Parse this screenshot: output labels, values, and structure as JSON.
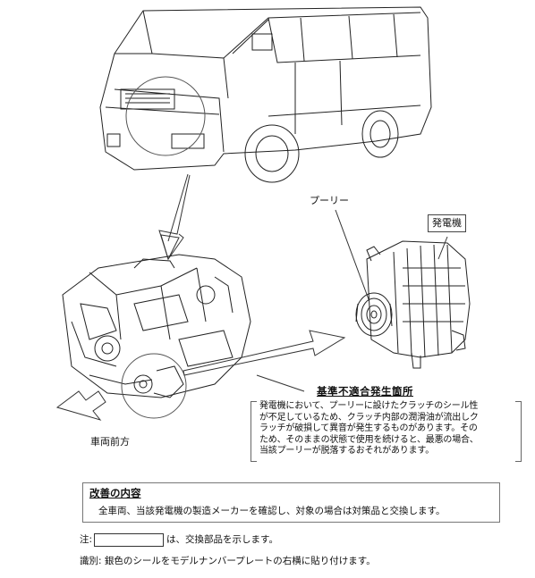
{
  "labels": {
    "pulley": "プーリー",
    "alternator": "発電機",
    "vehicle_front": "車両前方"
  },
  "defect": {
    "title": "基準不適合発生箇所",
    "lines": [
      "発電機において、プーリーに設けたクラッチのシール性",
      "が不足しているため、クラッチ内部の潤滑油が流出しク",
      "ラッチが破損して異音が発生するものがあります。その",
      "ため、そのままの状態で使用を続けると、最悪の場合、",
      "当該プーリーが脱落するおそれがあります。"
    ]
  },
  "improvement": {
    "title": "改善の内容",
    "body": "全車両、当該発電機の製造メーカーを確認し、対象の場合は対策品と交換します。"
  },
  "notes": {
    "note_prefix": "注:",
    "note_suffix": "は、交換部品を示します。",
    "identification": "識別: 銀色のシールをモデルナンバープレートの右横に貼り付けます。"
  }
}
